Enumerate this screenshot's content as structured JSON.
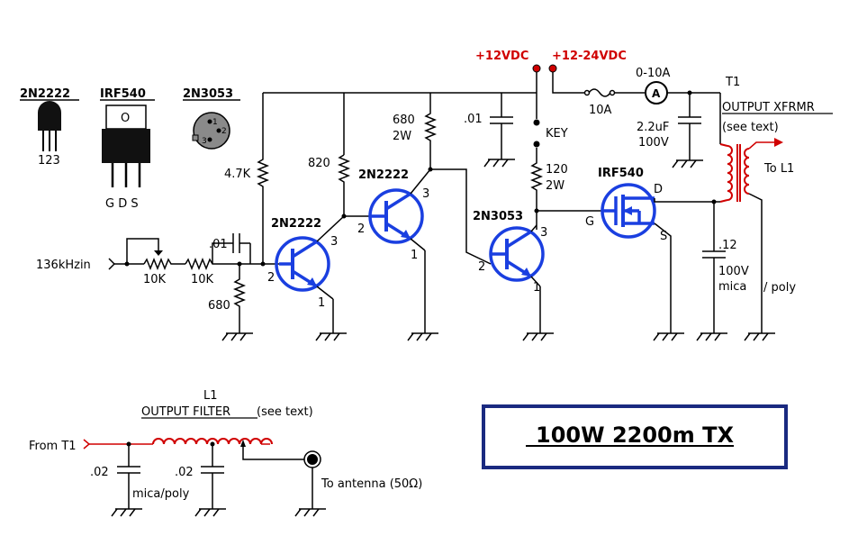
{
  "title": "100W 2200m TX",
  "rails": {
    "v12": "+12VDC",
    "v12_24": "+12-24VDC"
  },
  "packages": {
    "p2n2222": {
      "name": "2N2222",
      "pins": "123"
    },
    "pirf540": {
      "name": "IRF540",
      "tab": "O",
      "pins": "G D S"
    },
    "p2n3053": {
      "name": "2N3053",
      "pin1": "1",
      "pin2": "2",
      "pin3": "3"
    }
  },
  "labels": {
    "input": "136kHzin",
    "r47k": "4.7K",
    "r820": "820",
    "r680_2w_val": "680",
    "r680_2w_w": "2W",
    "c01_top": ".01",
    "key": "KEY",
    "r120_val": "120",
    "r120_w": "2W",
    "c01_in": ".01",
    "r10k_a": "10K",
    "r10k_b": "10K",
    "r680": "680",
    "q1": "2N2222",
    "q2": "2N2222",
    "q3": "2N3053",
    "q4": "IRF540",
    "pin_b1": "2",
    "pin_c1": "3",
    "pin_e1": "1",
    "pin_b2": "2",
    "pin_c2": "3",
    "pin_e2": "1",
    "pin_b3": "2",
    "pin_c3": "3",
    "pin_e3": "1",
    "gate": "G",
    "drain": "D",
    "source": "S",
    "ammeter_range": "0-10A",
    "ammeter": "A",
    "fuse": "10A",
    "c22_val": "2.2uF",
    "c22_v": "100V",
    "t1": "T1",
    "t1_name": "OUTPUT XFRMR",
    "t1_note": "(see text)",
    "to_l1": "To L1",
    "c12_val": ".12",
    "c12_v": "100V",
    "c12_type": "mica",
    "poly": "/ poly",
    "l1": "L1",
    "filter_name": "OUTPUT FILTER",
    "filter_note": "(see text)",
    "from_t1": "From T1",
    "cf1": ".02",
    "cf2": ".02",
    "mica_poly": "mica/poly",
    "to_antenna": "To antenna (50Ω)"
  }
}
